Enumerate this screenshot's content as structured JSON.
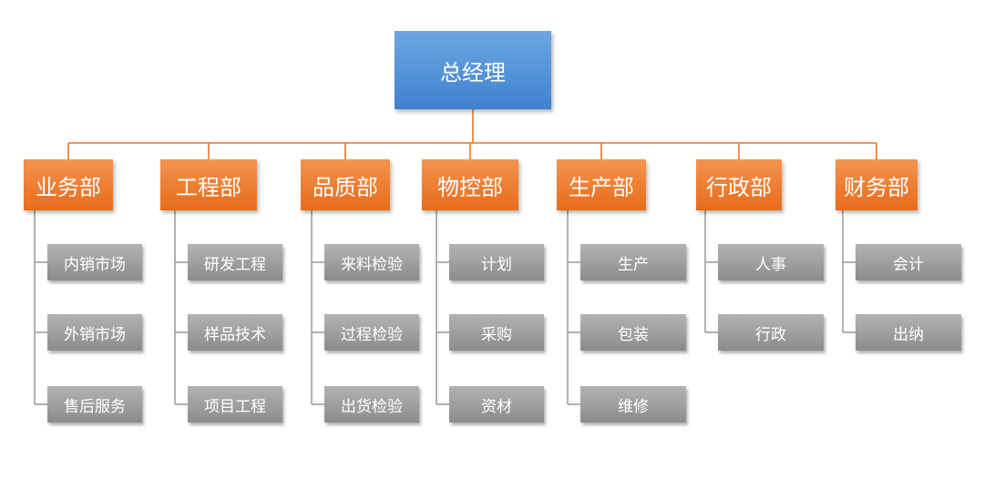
{
  "root": {
    "label": "总经理"
  },
  "departments": [
    {
      "label": "业务部",
      "units": [
        "内销市场",
        "外销市场",
        "售后服务"
      ]
    },
    {
      "label": "工程部",
      "units": [
        "研发工程",
        "样品技术",
        "项目工程"
      ]
    },
    {
      "label": "品质部",
      "units": [
        "来料检验",
        "过程检验",
        "出货检验"
      ]
    },
    {
      "label": "物控部",
      "units": [
        "计划",
        "采购",
        "资材"
      ]
    },
    {
      "label": "生产部",
      "units": [
        "生产",
        "包装",
        "维修"
      ]
    },
    {
      "label": "行政部",
      "units": [
        "人事",
        "行政"
      ]
    },
    {
      "label": "财务部",
      "units": [
        "会计",
        "出纳"
      ]
    }
  ],
  "colors": {
    "root_fill": "#4a8bd6",
    "department_fill": "#ec7424",
    "unit_fill": "#9e9e9e",
    "connector_root": "#ec7424",
    "connector_units": "#9e9e9e",
    "text": "#ffffff"
  }
}
